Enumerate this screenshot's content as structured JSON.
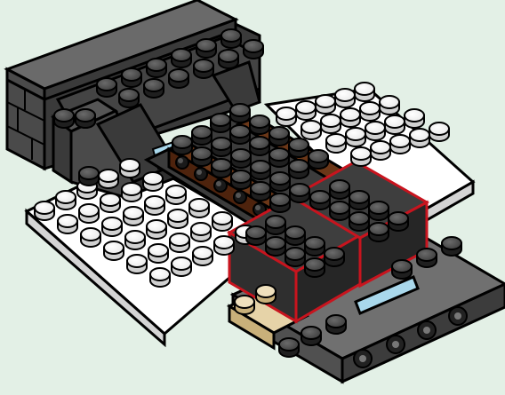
{
  "figure": {
    "kind": "isometric brick building instruction step",
    "background": "#e3f0e6",
    "colors": {
      "outline": "#000000",
      "dark_gray": "#3a3a3a",
      "dark_gray_top": "#555555",
      "mid_gray": "#6e6e6e",
      "white_plate": "#ffffff",
      "white_side": "#d2d2d2",
      "brown": "#5a2d12",
      "tan": "#d8c08c",
      "trans_light_blue": "#a9d8ec",
      "highlight_red": "#c8141e"
    },
    "parts": {
      "tile_1x8_dark_gray": "tile",
      "plates_white": "plate",
      "slope_bricks_dark_gray": "slope",
      "technic_bricks_brown": "technic",
      "bricks_2x4_dark_gray_new": "brick",
      "plate_tan": "plate",
      "trans_light_blue_plate": "plate"
    }
  }
}
